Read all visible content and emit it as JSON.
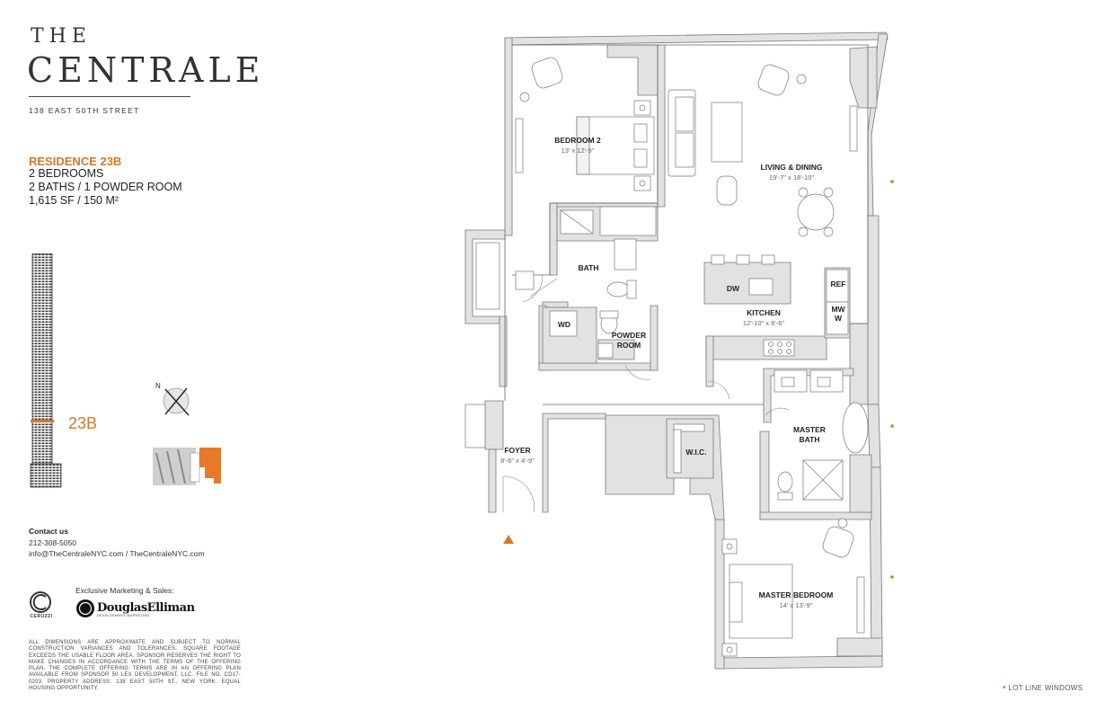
{
  "brand": {
    "the": "THE",
    "name": "CENTRALE",
    "address": "138 EAST 50TH STREET"
  },
  "residence": {
    "title": "RESIDENCE 23B",
    "bedrooms": "2 BEDROOMS",
    "baths": "2 BATHS / 1 POWDER ROOM",
    "area": "1,615 SF / 150 M²",
    "floor_label": "23B"
  },
  "compass": {
    "north": "N"
  },
  "contact": {
    "heading": "Contact us",
    "phone": "212-308-5050",
    "links": "info@TheCentraleNYC.com / TheCentraleNYC.com"
  },
  "marketing": {
    "label": "Exclusive Marketing & Sales:",
    "developer": "CERUZZI",
    "broker": "DouglasElliman",
    "broker_sub": "DEVELOPMENT MARKETING"
  },
  "disclaimer": "ALL DIMENSIONS ARE APPROXIMATE AND SUBJECT TO NORMAL CONSTRUCTION VARIANCES AND TOLERANCES. SQUARE FOOTAGE EXCEEDS THE USABLE FLOOR AREA. SPONSOR RESERVES THE RIGHT TO MAKE CHANGES IN ACCORDANCE WITH THE TERMS OF THE OFFERING PLAN. THE COMPLETE OFFERING TERMS ARE IN AN OFFERING PLAN AVAILABLE FROM SPONSOR 50 LEX DEVELOPMENT, LLC. FILE NO. CD17-0203. PROPERTY ADDRESS: 138 EAST 50TH ST., NEW YORK. EQUAL HOUSING OPPORTUNITY.",
  "legend": {
    "lot_line": "LOT LINE WINDOWS"
  },
  "rooms": {
    "bedroom2": {
      "name": "BEDROOM 2",
      "dim": "13' x 12'-9\""
    },
    "living": {
      "name": "LIVING & DINING",
      "dim": "19'-7\" x 18'-10\""
    },
    "bath": {
      "name": "BATH"
    },
    "kitchen": {
      "name": "KITCHEN",
      "dim": "12'-10\" x 8'-6\""
    },
    "powder": {
      "line1": "POWDER",
      "line2": "ROOM"
    },
    "wd": "WD",
    "dw": "DW",
    "ref": "REF",
    "mw1": "MW",
    "mw2": "W",
    "master_bath": {
      "line1": "MASTER",
      "line2": "BATH"
    },
    "wic": "W.I.C.",
    "foyer": {
      "name": "FOYER",
      "dim": "8'-6\" x 4'-9\""
    },
    "master_bedroom": {
      "name": "MASTER BEDROOM",
      "dim": "14' x 13'-9\""
    }
  },
  "colors": {
    "accent": "#d4782b",
    "wall": "#e2e2e2",
    "wall_stroke": "#777777"
  }
}
